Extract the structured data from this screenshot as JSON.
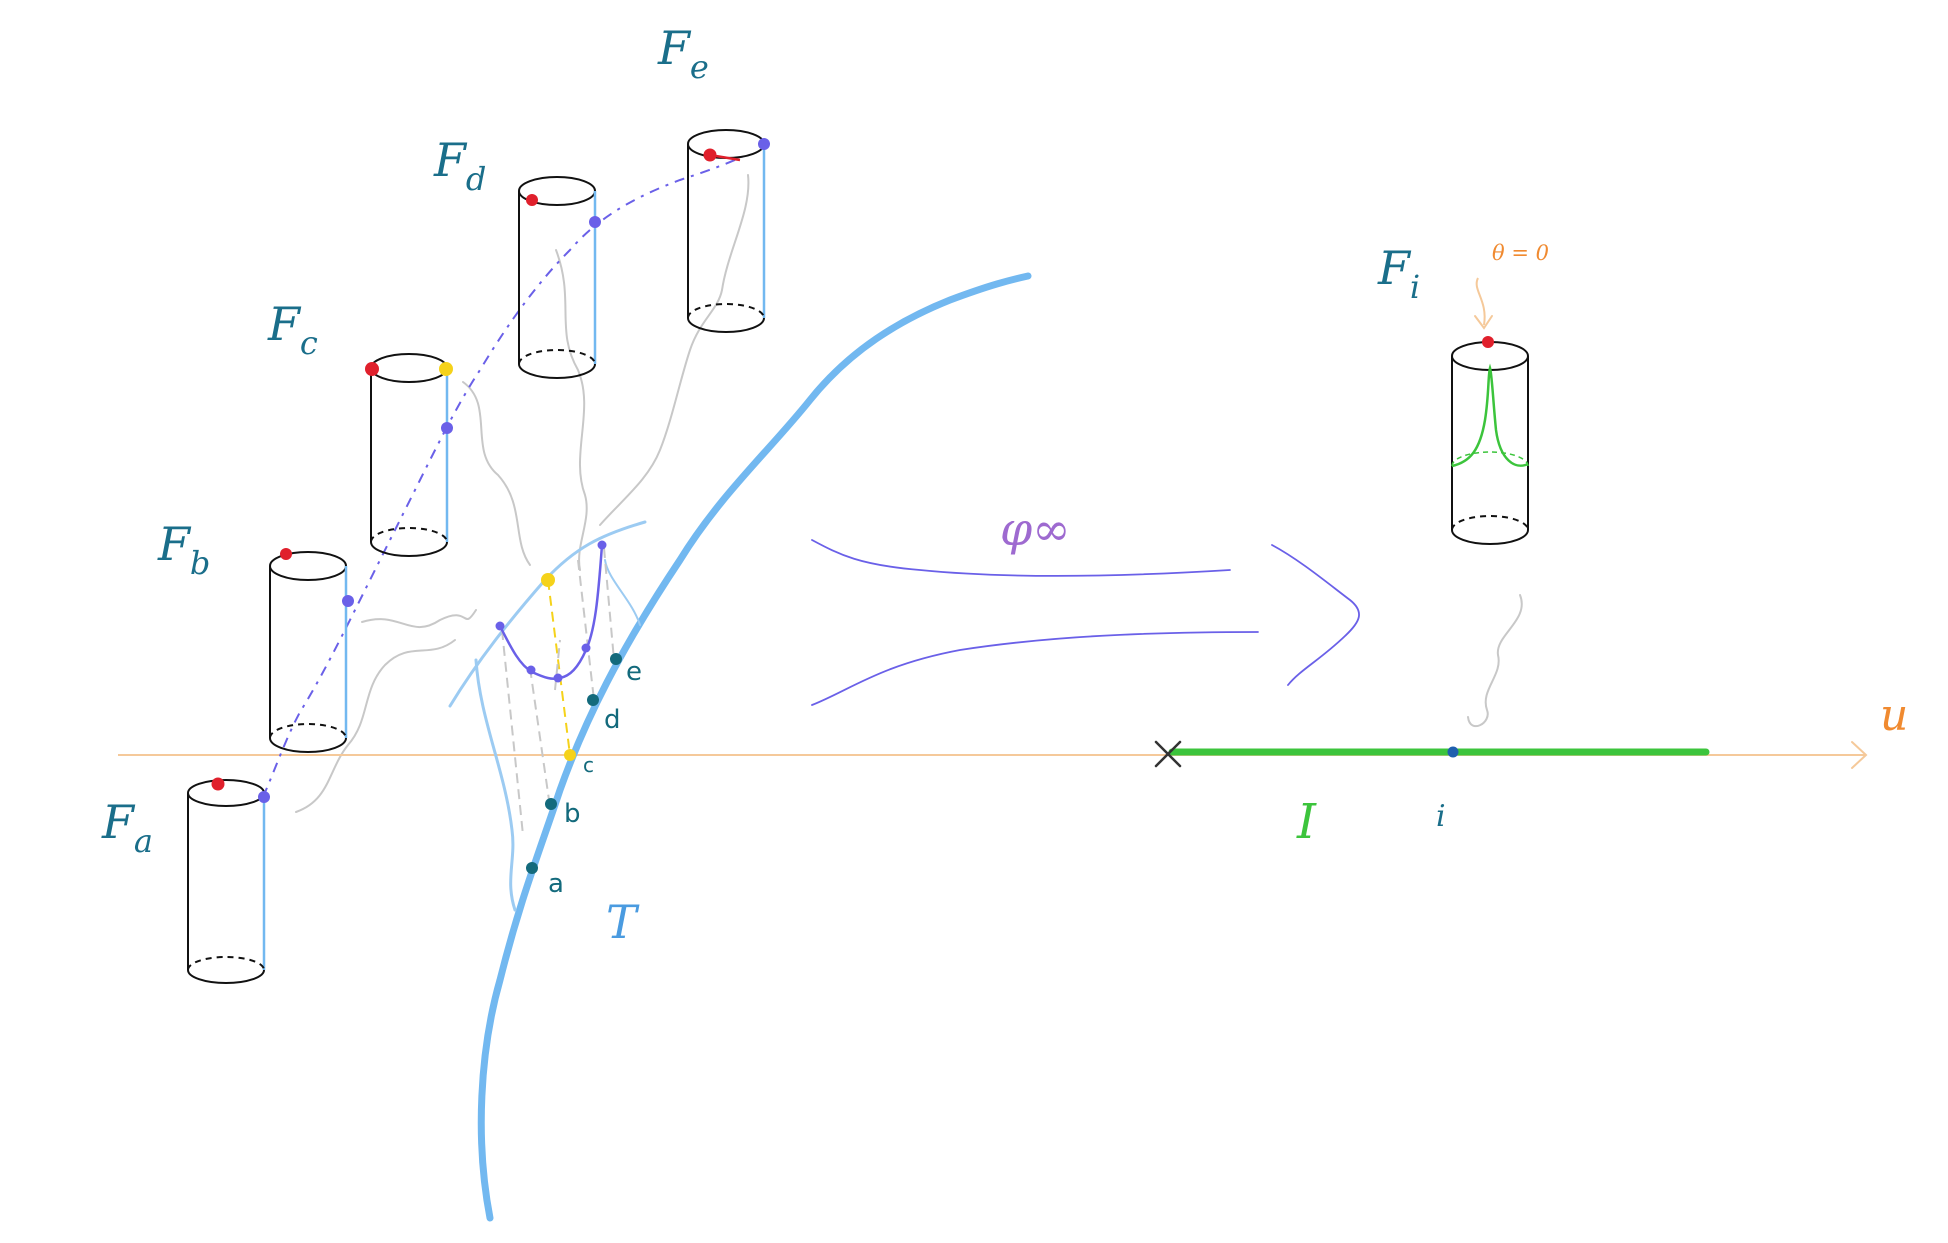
{
  "colors": {
    "fiber_label": "#1a6e8a",
    "T_curve": "#72b8f0",
    "T_label": "#4a9be0",
    "axis": "#f5c99a",
    "u_label": "#f08a30",
    "phi": "#9e6ad0",
    "interval": "#3cc43c",
    "red_dot": "#e0202c",
    "yellow_dot": "#f5d21a",
    "purple": "#6a60e8",
    "teal_dot": "#136a7c",
    "grey": "#c8c8c8",
    "theta": "#f08a30"
  },
  "fibers": [
    {
      "id": "a",
      "main": "F",
      "sub": "a"
    },
    {
      "id": "b",
      "main": "F",
      "sub": "b"
    },
    {
      "id": "c",
      "main": "F",
      "sub": "c"
    },
    {
      "id": "d",
      "main": "F",
      "sub": "d"
    },
    {
      "id": "e",
      "main": "F",
      "sub": "e"
    }
  ],
  "fiber_i": {
    "main": "F",
    "sub": "i",
    "theta_label": "θ = 0"
  },
  "curve_label": "T",
  "curve_points": [
    "a",
    "b",
    "c",
    "d",
    "e"
  ],
  "map_label": "φ∞",
  "axis_label": "u",
  "interval_label": "I",
  "interval_point": "i"
}
